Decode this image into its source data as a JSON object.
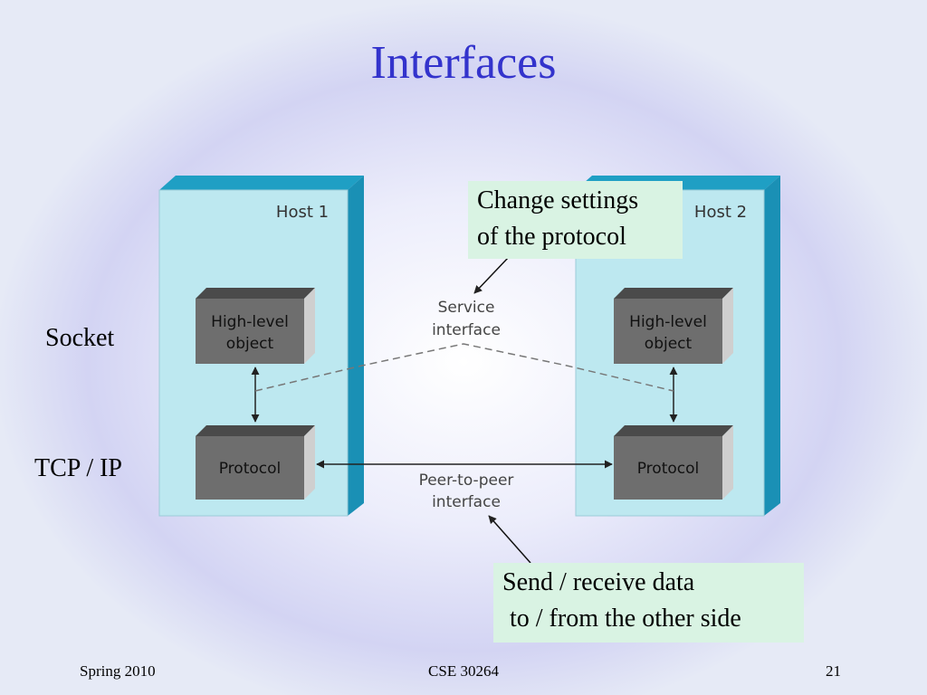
{
  "slide": {
    "title": "Interfaces",
    "left_labels": {
      "socket": "Socket",
      "tcpip": "TCP / IP"
    },
    "callout_top": {
      "line1": "Change settings",
      "line2": "of the protocol"
    },
    "callout_bottom": {
      "line1": "Send / receive data",
      "line2": "to / from the other side"
    },
    "footer": {
      "left": "Spring 2010",
      "center": "CSE 30264",
      "right": "21"
    }
  },
  "diagram": {
    "host1": {
      "label": "Host 1",
      "top_box": [
        "High-level",
        "object"
      ],
      "bottom_box": "Protocol"
    },
    "host2": {
      "label": "Host 2",
      "top_box": [
        "High-level",
        "object"
      ],
      "bottom_box": "Protocol"
    },
    "service_interface": [
      "Service",
      "interface"
    ],
    "peer_interface": [
      "Peer-to-peer",
      "interface"
    ]
  },
  "colors": {
    "title": "#3333cc",
    "host_fill": "#bde8f0",
    "host_edge": "#1f9fc4",
    "box_fill": "#6e6e6e",
    "callout_fill": "#d9f3e3"
  }
}
